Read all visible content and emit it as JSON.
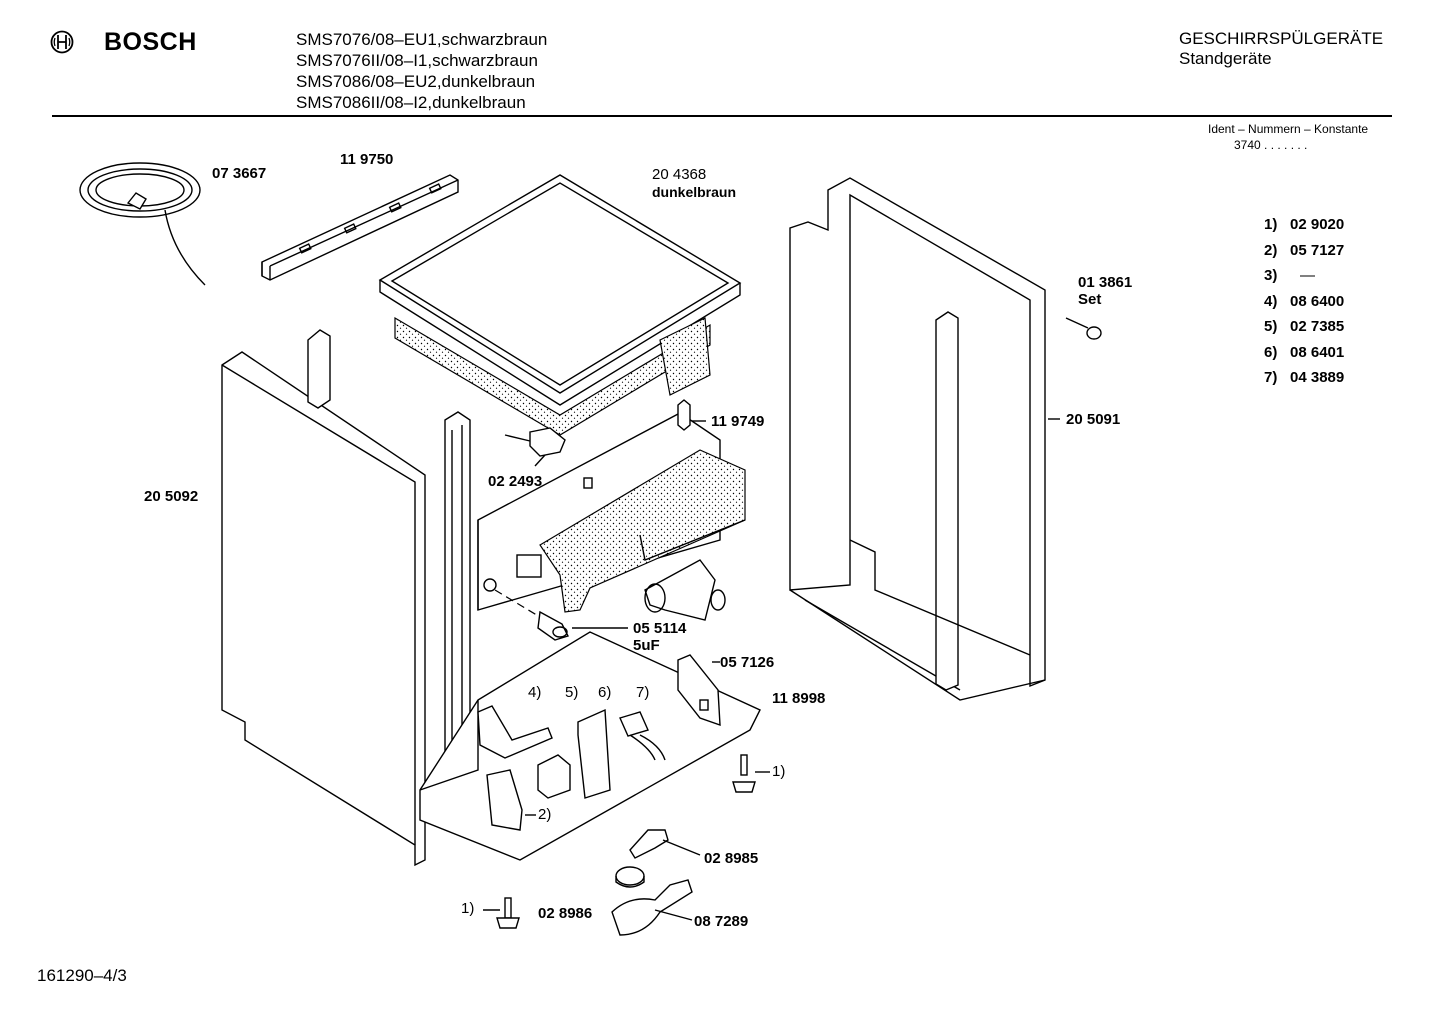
{
  "header": {
    "brand": "BOSCH",
    "models": [
      "SMS7076/08–EU1,schwarzbraun",
      "SMS7076II/08–I1,schwarzbraun",
      "SMS7086/08–EU2,dunkelbraun",
      "SMS7086II/08–I2,dunkelbraun"
    ],
    "category": "GESCHIRRSPÜLGERÄTE",
    "subcategory": "Standgeräte",
    "ident_label": "Ident – Nummern – Konstante",
    "ident_value": "3740 . .   . . . . ."
  },
  "parts": {
    "p073667": "07 3667",
    "p119750": "11 9750",
    "p204368": "20 4368",
    "p204368_color": "dunkelbraun",
    "p013861": "01 3861",
    "p013861_note": "Set",
    "p119749": "11 9749",
    "p022493": "02 2493",
    "p205092": "20 5092",
    "p205091": "20 5091",
    "p055114": "05 5114",
    "p055114_note": "5uF",
    "p057126": "05 7126",
    "p118998": "11 8998",
    "p028985": "02 8985",
    "p028986": "02 8986",
    "p087289": "08 7289",
    "c4": "4)",
    "c5": "5)",
    "c6": "6)",
    "c7": "7)",
    "c1a": "1)",
    "c1b": "1)",
    "c2": "2)"
  },
  "refs": [
    {
      "key": "1)",
      "value": "02 9020"
    },
    {
      "key": "2)",
      "value": "05 7127"
    },
    {
      "key": "3)",
      "value": "—"
    },
    {
      "key": "4)",
      "value": "08 6400"
    },
    {
      "key": "5)",
      "value": "02 7385"
    },
    {
      "key": "6)",
      "value": "08 6401"
    },
    {
      "key": "7)",
      "value": "04 3889"
    }
  ],
  "footer": {
    "code": "161290–4/3"
  }
}
